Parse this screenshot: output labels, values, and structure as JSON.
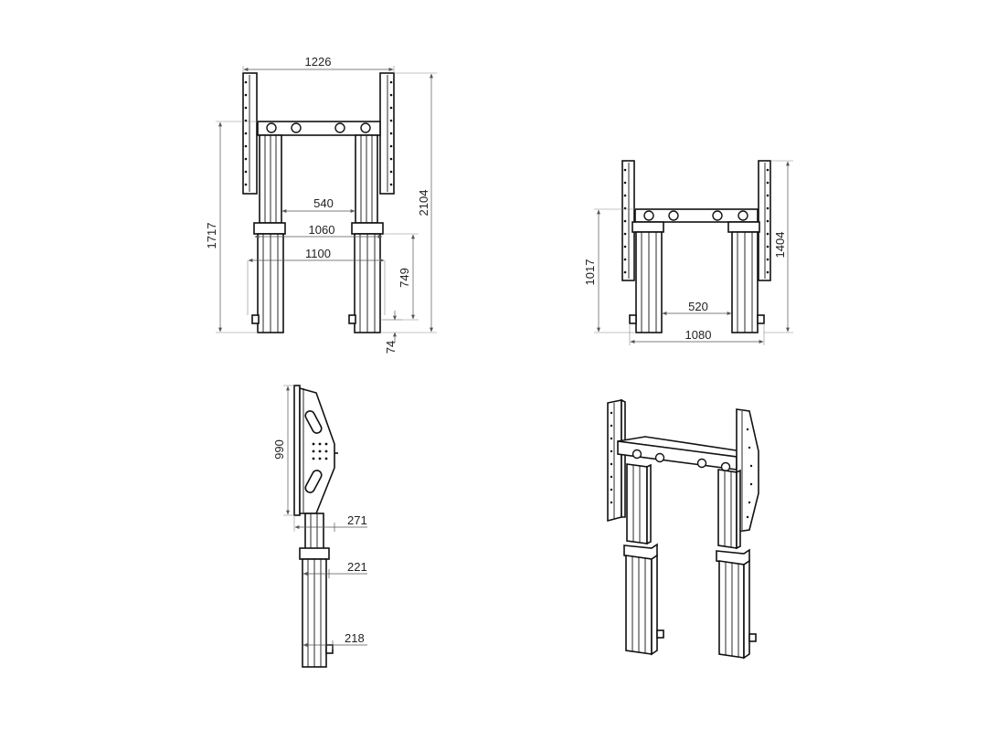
{
  "dimensions": {
    "front_high": {
      "overall_width": "1226",
      "overall_height": "2104",
      "bracket_height": "1717",
      "inner_540": "540",
      "clamp_1060": "1060",
      "width_1100": "1100",
      "height_749": "749",
      "foot_74": "74"
    },
    "front_low": {
      "height_1017": "1017",
      "height_1404": "1404",
      "inner_520": "520",
      "width_1080": "1080"
    },
    "side": {
      "height_990": "990",
      "depth_271": "271",
      "depth_221": "221",
      "depth_218": "218"
    }
  },
  "colors": {
    "line": "#111111",
    "dimension": "#555555",
    "background": "#ffffff"
  }
}
